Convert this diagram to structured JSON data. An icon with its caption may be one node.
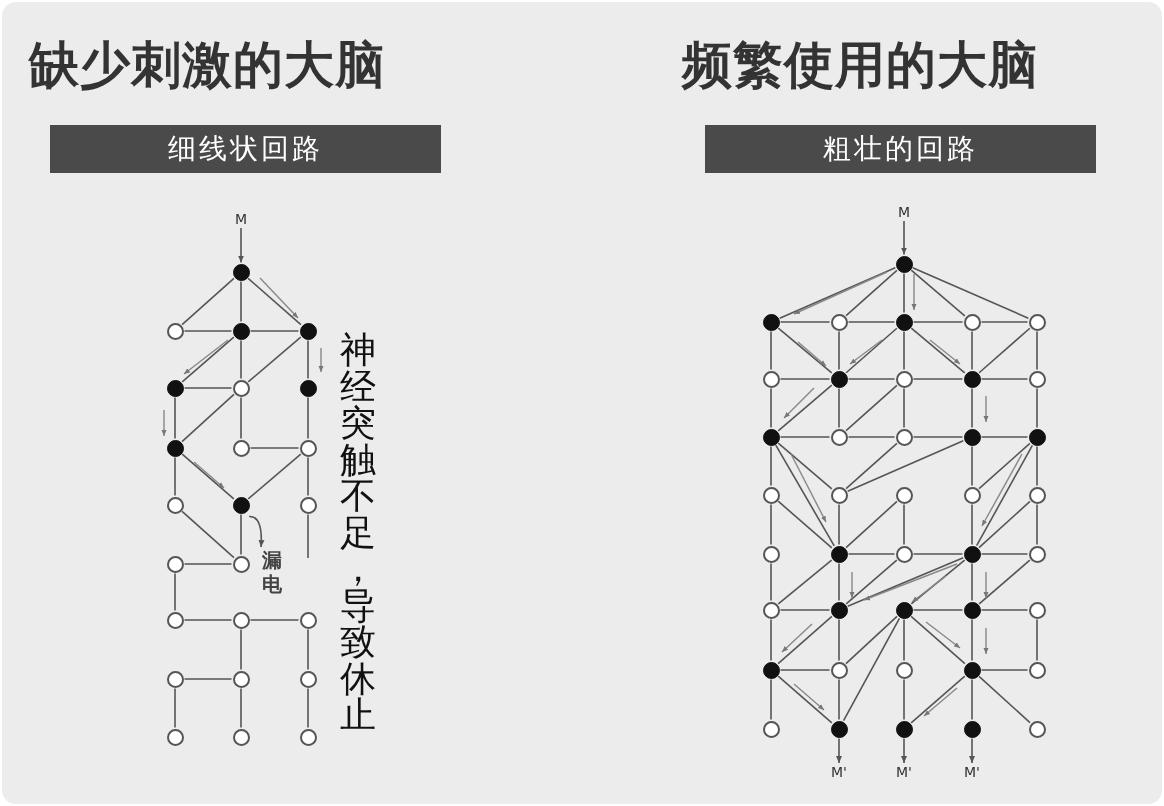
{
  "diagram": {
    "nodes": [
      {
        "text": [
          "细线状回路"
        ]
      },
      {
        "text": [
          "粗壮的回路"
        ]
      },
      {
        "text": [
          "M"
        ]
      },
      {
        "text": [],
        "shape": "circle"
      },
      {
        "text": [],
        "shape": "circle"
      },
      {
        "text": [],
        "shape": "circle"
      },
      {
        "text": [],
        "shape": "circle"
      },
      {
        "text": [],
        "shape": "circle"
      },
      {
        "text": [],
        "shape": "circle"
      },
      {
        "text": [],
        "shape": "circle"
      },
      {
        "text": [],
        "shape": "circle"
      },
      {
        "text": [],
        "shape": "circle"
      },
      {
        "text": [],
        "shape": "circle"
      },
      {
        "text": [],
        "shape": "circle"
      },
      {
        "text": [],
        "shape": "circle"
      },
      {
        "text": [],
        "shape": "circle"
      },
      {
        "text": [
          "漏电"
        ]
      },
      {
        "text": [],
        "shape": "circle"
      },
      {
        "text": [],
        "shape": "circle"
      },
      {
        "text": [],
        "shape": "circle"
      },
      {
        "text": [],
        "shape": "circle"
      },
      {
        "text": [],
        "shape": "circle"
      },
      {
        "text": [],
        "shape": "circle"
      },
      {
        "text": [],
        "shape": "circle"
      },
      {
        "text": [],
        "shape": "circle"
      },
      {
        "text": [],
        "shape": "circle"
      },
      {
        "text": [],
        "shape": "circle"
      },
      {
        "text": [],
        "shape": "circle"
      },
      {
        "text": [
          "M"
        ]
      },
      {
        "text": [],
        "shape": "circle"
      },
      {
        "text": [],
        "shape": "circle"
      },
      {
        "text": [],
        "shape": "circle"
      },
      {
        "text": [],
        "shape": "circle"
      },
      {
        "text": [],
        "shape": "circle"
      },
      {
        "text": [],
        "shape": "circle"
      },
      {
        "text": [],
        "shape": "circle"
      },
      {
        "text": [],
        "shape": "circle"
      },
      {
        "text": [],
        "shape": "circle"
      },
      {
        "text": [],
        "shape": "circle"
      },
      {
        "text": [],
        "shape": "circle"
      },
      {
        "text": [],
        "shape": "circle"
      },
      {
        "text": [],
        "shape": "circle"
      },
      {
        "text": [],
        "shape": "circle"
      },
      {
        "text": [],
        "shape": "circle"
      },
      {
        "text": [],
        "shape": "circle"
      },
      {
        "text": [],
        "shape": "circle"
      },
      {
        "text": [],
        "shape": "circle"
      },
      {
        "text": [],
        "shape": "circle"
      },
      {
        "text": [],
        "shape": "circle"
      },
      {
        "text": [],
        "shape": "circle"
      },
      {
        "text": [],
        "shape": "circle"
      },
      {
        "text": [],
        "shape": "circle"
      },
      {
        "text": [],
        "shape": "circle"
      },
      {
        "text": [],
        "shape": "circle"
      },
      {
        "text": [],
        "shape": "circle"
      },
      {
        "text": [],
        "shape": "circle"
      },
      {
        "text": [],
        "shape": "circle"
      },
      {
        "text": [],
        "shape": "circle"
      },
      {
        "text": [],
        "shape": "circle"
      },
      {
        "text": [],
        "shape": "circle"
      },
      {
        "text": [],
        "shape": "circle"
      },
      {
        "text": [],
        "shape": "circle"
      },
      {
        "text": [],
        "shape": "circle"
      },
      {
        "text": [],
        "shape": "circle"
      },
      {
        "text": [],
        "shape": "circle"
      },
      {
        "text": [],
        "shape": "circle"
      },
      {
        "text": [],
        "shape": "circle"
      },
      {
        "text": [],
        "shape": "circle"
      },
      {
        "text": [],
        "shape": "circle"
      },
      {
        "text": [],
        "shape": "circle"
      },
      {
        "text": [
          "M'"
        ]
      },
      {
        "text": [
          "M'"
        ]
      },
      {
        "text": [
          "M'"
        ]
      }
    ],
    "edges": [
      {
        "from": 2,
        "to": 3,
        "arrow": "to"
      },
      {
        "from": 3,
        "to": 4,
        "arrow": "none"
      },
      {
        "from": 3,
        "to": 5,
        "arrow": "none"
      },
      {
        "from": 3,
        "to": 6,
        "arrow": "none"
      },
      {
        "from": 4,
        "to": 5,
        "arrow": "none"
      },
      {
        "from": 5,
        "to": 6,
        "arrow": "none"
      },
      {
        "from": 5,
        "to": 7,
        "arrow": "none"
      },
      {
        "from": 5,
        "to": 8,
        "arrow": "none"
      },
      {
        "from": 6,
        "to": 8,
        "arrow": "none"
      },
      {
        "from": 6,
        "to": 9,
        "arrow": "none"
      },
      {
        "from": 7,
        "to": 8,
        "arrow": "none"
      },
      {
        "from": 8,
        "to": 10,
        "arrow": "none"
      },
      {
        "from": 8,
        "to": 11,
        "arrow": "none"
      },
      {
        "from": 7,
        "to": 10,
        "arrow": "none"
      },
      {
        "from": 9,
        "to": 12,
        "arrow": "none"
      },
      {
        "from": 11,
        "to": 12,
        "arrow": "none"
      },
      {
        "from": 12,
        "to": 14,
        "arrow": "none"
      },
      {
        "from": 10,
        "to": 14,
        "arrow": "none"
      },
      {
        "from": 10,
        "to": 13,
        "arrow": "none"
      },
      {
        "from": 12,
        "to": 15,
        "arrow": "none"
      },
      {
        "from": 13,
        "to": 18,
        "arrow": "none"
      },
      {
        "from": 14,
        "to": 18,
        "arrow": "none"
      },
      {
        "from": 15,
        "to": null,
        "arrow": "none"
      },
      {
        "from": 14,
        "to": 16,
        "arrow": "to"
      },
      {
        "from": 17,
        "to": 18,
        "arrow": "none"
      },
      {
        "from": 17,
        "to": 19,
        "arrow": "none"
      },
      {
        "from": 19,
        "to": 20,
        "arrow": "none"
      },
      {
        "from": 20,
        "to": 21,
        "arrow": "none"
      },
      {
        "from": 20,
        "to": 23,
        "arrow": "none"
      },
      {
        "from": 21,
        "to": 24,
        "arrow": "none"
      },
      {
        "from": 22,
        "to": 23,
        "arrow": "none"
      },
      {
        "from": 22,
        "to": 25,
        "arrow": "none"
      },
      {
        "from": 23,
        "to": 26,
        "arrow": "none"
      },
      {
        "from": 24,
        "to": 27,
        "arrow": "none"
      },
      {
        "from": 28,
        "to": 29,
        "arrow": "to"
      },
      {
        "from": 29,
        "to": 30,
        "arrow": "none"
      },
      {
        "from": 29,
        "to": 31,
        "arrow": "none"
      },
      {
        "from": 29,
        "to": 32,
        "arrow": "none"
      },
      {
        "from": 29,
        "to": 33,
        "arrow": "none"
      },
      {
        "from": 29,
        "to": 34,
        "arrow": "none"
      },
      {
        "from": 30,
        "to": 31,
        "arrow": "none"
      },
      {
        "from": 31,
        "to": 32,
        "arrow": "none"
      },
      {
        "from": 32,
        "to": 33,
        "arrow": "none"
      },
      {
        "from": 33,
        "to": 34,
        "arrow": "none"
      },
      {
        "from": 30,
        "to": 35,
        "arrow": "none"
      },
      {
        "from": 30,
        "to": 36,
        "arrow": "none"
      },
      {
        "from": 31,
        "to": 36,
        "arrow": "none"
      },
      {
        "from": 32,
        "to": 36,
        "arrow": "none"
      },
      {
        "from": 32,
        "to": 37,
        "arrow": "none"
      },
      {
        "from": 32,
        "to": 38,
        "arrow": "none"
      },
      {
        "from": 33,
        "to": 38,
        "arrow": "none"
      },
      {
        "from": 34,
        "to": 38,
        "arrow": "none"
      },
      {
        "from": 34,
        "to": 39,
        "arrow": "none"
      },
      {
        "from": 35,
        "to": 36,
        "arrow": "none"
      },
      {
        "from": 36,
        "to": 37,
        "arrow": "none"
      },
      {
        "from": 37,
        "to": 38,
        "arrow": "none"
      },
      {
        "from": 38,
        "to": 39,
        "arrow": "none"
      },
      {
        "from": 35,
        "to": 40,
        "arrow": "none"
      },
      {
        "from": 36,
        "to": 40,
        "arrow": "none"
      },
      {
        "from": 36,
        "to": 41,
        "arrow": "none"
      },
      {
        "from": 37,
        "to": 41,
        "arrow": "none"
      },
      {
        "from": 37,
        "to": 42,
        "arrow": "none"
      },
      {
        "from": 38,
        "to": 43,
        "arrow": "none"
      },
      {
        "from": 39,
        "to": 44,
        "arrow": "none"
      },
      {
        "from": 40,
        "to": 41,
        "arrow": "none"
      },
      {
        "from": 41,
        "to": 42,
        "arrow": "none"
      },
      {
        "from": 42,
        "to": 43,
        "arrow": "none"
      },
      {
        "from": 43,
        "to": 44,
        "arrow": "none"
      },
      {
        "from": 40,
        "to": 45,
        "arrow": "none"
      },
      {
        "from": 40,
        "to": 46,
        "arrow": "none"
      },
      {
        "from": 42,
        "to": 46,
        "arrow": "none"
      },
      {
        "from": 43,
        "to": 46,
        "arrow": "none"
      },
      {
        "from": 43,
        "to": 48,
        "arrow": "none"
      },
      {
        "from": 44,
        "to": 48,
        "arrow": "none"
      },
      {
        "from": 44,
        "to": 49,
        "arrow": "none"
      },
      {
        "from": 40,
        "to": 51,
        "arrow": "none"
      },
      {
        "from": 44,
        "to": 53,
        "arrow": "none"
      },
      {
        "from": 45,
        "to": 50,
        "arrow": "none"
      },
      {
        "from": 45,
        "to": 51,
        "arrow": "none"
      },
      {
        "from": 46,
        "to": 51,
        "arrow": "none"
      },
      {
        "from": 47,
        "to": 51,
        "arrow": "none"
      },
      {
        "from": 47,
        "to": 52,
        "arrow": "none"
      },
      {
        "from": 48,
        "to": 53,
        "arrow": "none"
      },
      {
        "from": 49,
        "to": 53,
        "arrow": "none"
      },
      {
        "from": 49,
        "to": 54,
        "arrow": "none"
      },
      {
        "from": 51,
        "to": 52,
        "arrow": "none"
      },
      {
        "from": 52,
        "to": 53,
        "arrow": "none"
      },
      {
        "from": 53,
        "to": 54,
        "arrow": "none"
      },
      {
        "from": 50,
        "to": 55,
        "arrow": "none"
      },
      {
        "from": 51,
        "to": 55,
        "arrow": "none"
      },
      {
        "from": 51,
        "to": 56,
        "arrow": "none"
      },
      {
        "from": 52,
        "to": 56,
        "arrow": "none"
      },
      {
        "from": 53,
        "to": 56,
        "arrow": "none"
      },
      {
        "from": 53,
        "to": 57,
        "arrow": "none"
      },
      {
        "from": 53,
        "to": 58,
        "arrow": "none"
      },
      {
        "from": 54,
        "to": 58,
        "arrow": "none"
      },
      {
        "from": 55,
        "to": 56,
        "arrow": "none"
      },
      {
        "from": 57,
        "to": 58,
        "arrow": "none"
      },
      {
        "from": 58,
        "to": 59,
        "arrow": "none"
      },
      {
        "from": 55,
        "to": 60,
        "arrow": "none"
      },
      {
        "from": 56,
        "to": 60,
        "arrow": "none"
      },
      {
        "from": 56,
        "to": 61,
        "arrow": "none"
      },
      {
        "from": 57,
        "to": 61,
        "arrow": "none"
      },
      {
        "from": 57,
        "to": 66,
        "arrow": "none"
      },
      {
        "from": 57,
        "to": 62,
        "arrow": "none"
      },
      {
        "from": 57,
        "to": 63,
        "arrow": "none"
      },
      {
        "from": 58,
        "to": 63,
        "arrow": "none"
      },
      {
        "from": 59,
        "to": 64,
        "arrow": "none"
      },
      {
        "from": 60,
        "to": 61,
        "arrow": "none"
      },
      {
        "from": 63,
        "to": 64,
        "arrow": "none"
      },
      {
        "from": 60,
        "to": 65,
        "arrow": "none"
      },
      {
        "from": 60,
        "to": 66,
        "arrow": "none"
      },
      {
        "from": 61,
        "to": 66,
        "arrow": "none"
      },
      {
        "from": 62,
        "to": 67,
        "arrow": "none"
      },
      {
        "from": 63,
        "to": 67,
        "arrow": "none"
      },
      {
        "from": 63,
        "to": 68,
        "arrow": "none"
      },
      {
        "from": 63,
        "to": 69,
        "arrow": "none"
      },
      {
        "from": 66,
        "to": 70,
        "arrow": "to"
      },
      {
        "from": 67,
        "to": 71,
        "arrow": "to"
      },
      {
        "from": 68,
        "to": 72,
        "arrow": "to"
      }
    ],
    "labels": [
      "缺少刺激的大脑",
      "频繁使用的大脑",
      "神经突触不足，导致休止"
    ]
  }
}
